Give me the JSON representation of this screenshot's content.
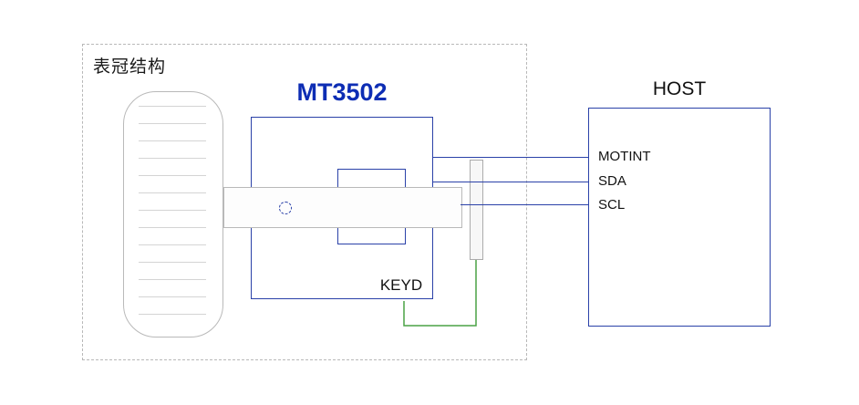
{
  "colors": {
    "wire_blue": "#2a41a8",
    "title_blue": "#0d2db4",
    "wire_green": "#4aa245",
    "outline_gray": "#b9b9b9",
    "dash_gray": "#b8b8b8"
  },
  "crown": {
    "label": "表冠结构"
  },
  "chip": {
    "title": "MT3502",
    "keyd_label": "KEYD"
  },
  "host": {
    "title": "HOST",
    "pins": [
      "MOTINT",
      "SDA",
      "SCL"
    ]
  }
}
